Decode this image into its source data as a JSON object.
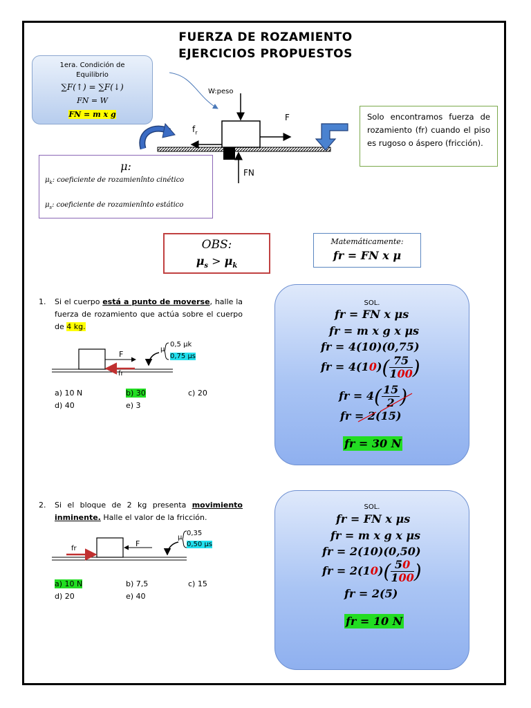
{
  "header": {
    "title_line1": "FUERZA DE ROZAMIENTO",
    "title_line2": "EJERCICIOS PROPUESTOS"
  },
  "equilibrium_box": {
    "line1": "1era. Condición de",
    "line2": "Equilibrio",
    "formula_sum": "∑F(↑) = ∑F(↓)",
    "formula_fn_w": "FN = W",
    "formula_fn_mg": "FN = m x g"
  },
  "diagram_top": {
    "weight_label": "W:peso",
    "force_label": "F",
    "fr_label": "f",
    "fr_sub": "r",
    "fn_label": "FN"
  },
  "friction_note": "Solo encontramos fuerza de rozamiento (fr) cuando el piso es rugoso o áspero (fricción).",
  "mu_box": {
    "symbol": "μ:",
    "kinetic": "μ",
    "kinetic_sub": "k",
    "kinetic_text": ": coeficiente de rozamienînto cinético",
    "static": "μ",
    "static_sub": "s",
    "static_text": ": coeficiente de rozamienînto estático"
  },
  "obs_box": {
    "label": "OBS:",
    "relation": "μs > μk",
    "relation_a": "μ",
    "relation_a_sub": "s",
    "relation_op": " > ",
    "relation_b": "μ",
    "relation_b_sub": "k"
  },
  "math_box": {
    "label": "Matemáticamente:",
    "formula": "fr = FN x μ"
  },
  "problem1": {
    "number": "1.",
    "text_a": "Si el cuerpo ",
    "text_emph": "está a punto de moverse",
    "text_b": ", halle la fuerza de rozamiento que actúa sobre el cuerpo de ",
    "text_mass": "4 kg.",
    "force_label": "F",
    "fr_label": "fr",
    "mu_label": "μ",
    "mu_k_value": "0,5 μk",
    "mu_s_value": "0,75 μs",
    "options": [
      "a) 10 N",
      "b) 30",
      "c) 20",
      "d) 40",
      "e) 3"
    ],
    "solution": {
      "label": "SOL.",
      "steps": [
        "fr = FN x μs",
        "fr = m x g x μs",
        "fr = 4(10)(0,75)"
      ],
      "step4_prefix": "fr = 4(1",
      "step4_red": "0",
      "step4_suffix": ")",
      "frac4_num": "75",
      "frac4_den_a": "1",
      "frac4_den_red": "00",
      "step5_prefix": "fr = 4",
      "frac5_num": "15",
      "frac5_den": "2",
      "step6": "fr = 2(15)",
      "answer": "fr = 30 N"
    }
  },
  "problem2": {
    "number": "2.",
    "text_a": "Si el bloque de 2 kg presenta ",
    "text_emph": "movimiento inminente.",
    "text_b": " Halle el valor de la fricción.",
    "force_label": "F",
    "fr_label": "fr",
    "mu_label": "μ",
    "mu_k_value": "0,35",
    "mu_s_value": "0,50 μs",
    "options": [
      "a) 10 N",
      "b) 7,5",
      "c) 15",
      "d) 20",
      "e) 40"
    ],
    "solution": {
      "label": "SOL.",
      "steps": [
        "fr = FN x μs",
        "fr = m x g x μs",
        "fr = 2(10)(0,50)"
      ],
      "step4_prefix": "fr = 2(1",
      "step4_red": "0",
      "step4_suffix": ")",
      "frac4_num_a": "5",
      "frac4_num_red": "0",
      "frac4_den_a": "1",
      "frac4_den_red": "00",
      "step5": "fr = 2(5)",
      "answer": "fr = 10 N"
    }
  },
  "colors": {
    "highlight_yellow": "#ffff00",
    "highlight_green": "#22dd22",
    "highlight_cyan": "#22e0ee",
    "accent_red": "#dd0000",
    "solution_blue": "#a9c4f4"
  }
}
